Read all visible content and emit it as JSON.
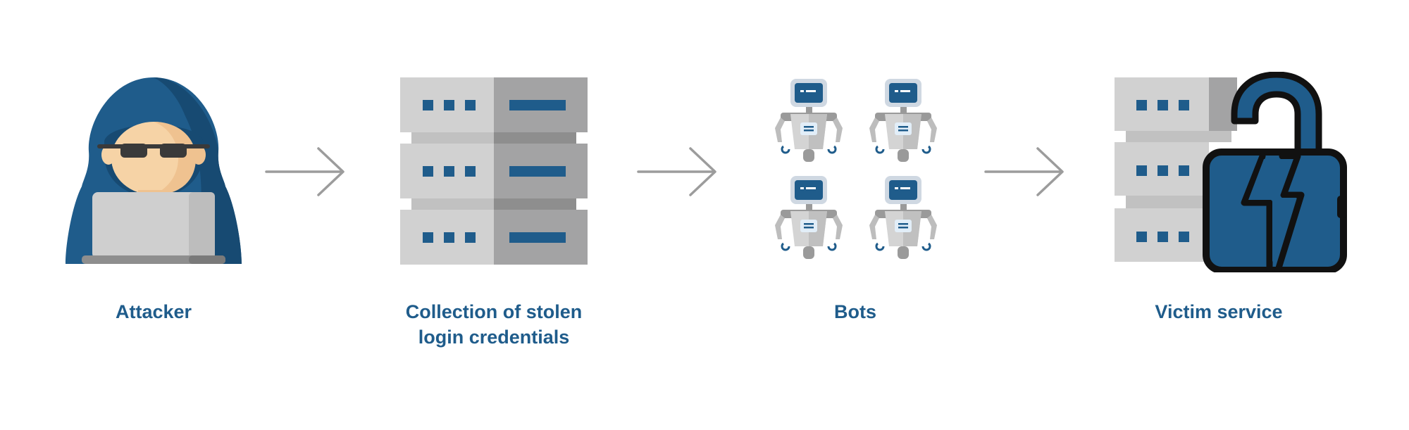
{
  "colors": {
    "accent_blue": "#1f5c8b",
    "server_light": "#d1d1d1",
    "server_dark": "#a3a3a4",
    "arrow_gray": "#9c9c9c",
    "skin": "#f6d3a6",
    "lock_outline": "#111111"
  },
  "steps": [
    {
      "id": "attacker",
      "label_lines": [
        "Attacker"
      ],
      "icon": "hooded-hacker-icon"
    },
    {
      "id": "credentials",
      "label_lines": [
        "Collection of stolen",
        "login credentials"
      ],
      "icon": "server-rack-icon"
    },
    {
      "id": "bots",
      "label_lines": [
        "Bots"
      ],
      "icon": "robots-group-icon"
    },
    {
      "id": "victim",
      "label_lines": [
        "Victim service"
      ],
      "icon": "server-unlocked-padlock-icon"
    }
  ],
  "connectors": [
    "right-arrow-icon",
    "right-arrow-icon",
    "right-arrow-icon"
  ]
}
